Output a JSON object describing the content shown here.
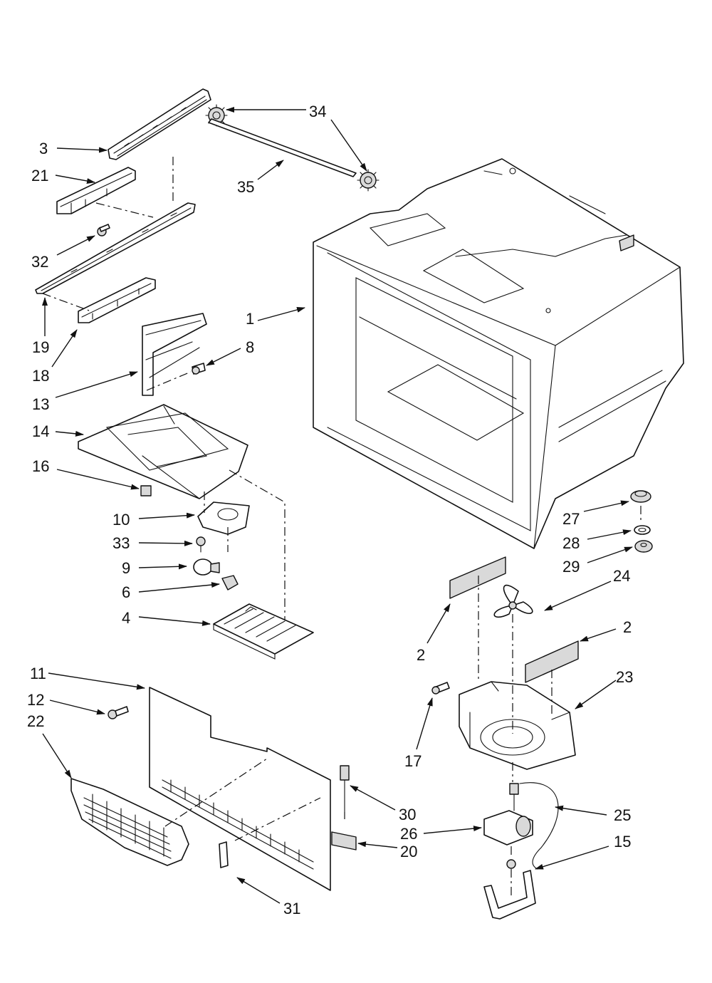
{
  "diagram": {
    "callouts": [
      "34",
      "3",
      "21",
      "35",
      "32",
      "19",
      "18",
      "1",
      "8",
      "13",
      "14",
      "16",
      "10",
      "33",
      "9",
      "6",
      "4",
      "27",
      "28",
      "29",
      "24",
      "2",
      "11",
      "12",
      "22",
      "23",
      "17",
      "30",
      "25",
      "26",
      "20",
      "15",
      "31"
    ]
  }
}
